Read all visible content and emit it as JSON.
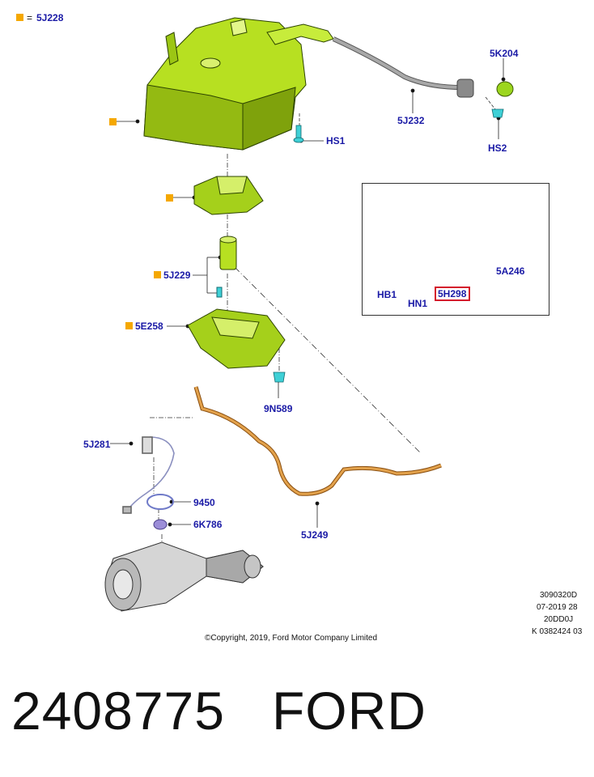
{
  "legend": {
    "prefix": "=",
    "part": "5J228",
    "marker_color": "#f5a800"
  },
  "callouts": {
    "c5J228": "5J228",
    "c5K204": "5K204",
    "cHS1": "HS1",
    "c5J232": "5J232",
    "cHS2": "HS2",
    "c5A246": "5A246",
    "cHB1": "HB1",
    "cHN1": "HN1",
    "c5H298": "5H298",
    "c5J229": "5J229",
    "c5E258": "5E258",
    "c9N589": "9N589",
    "c5J281": "5J281",
    "c9450": "9450",
    "c6K786": "6K786",
    "c5J249": "5J249"
  },
  "meta": {
    "code1": "3090320D",
    "code2": "07-2019 28",
    "code3": "20DD0J",
    "code4": "K 0382424 03"
  },
  "copyright": "©Copyright, 2019, Ford Motor Company Limited",
  "footer": "2408775   FORD",
  "colors": {
    "callout_text": "#1a1aa6",
    "part_green": "#b7e021",
    "part_orange": "#d9902e",
    "part_cyan": "#3fd0d6",
    "part_purple": "#9c8ed8",
    "highlight": "#d41b2c"
  }
}
